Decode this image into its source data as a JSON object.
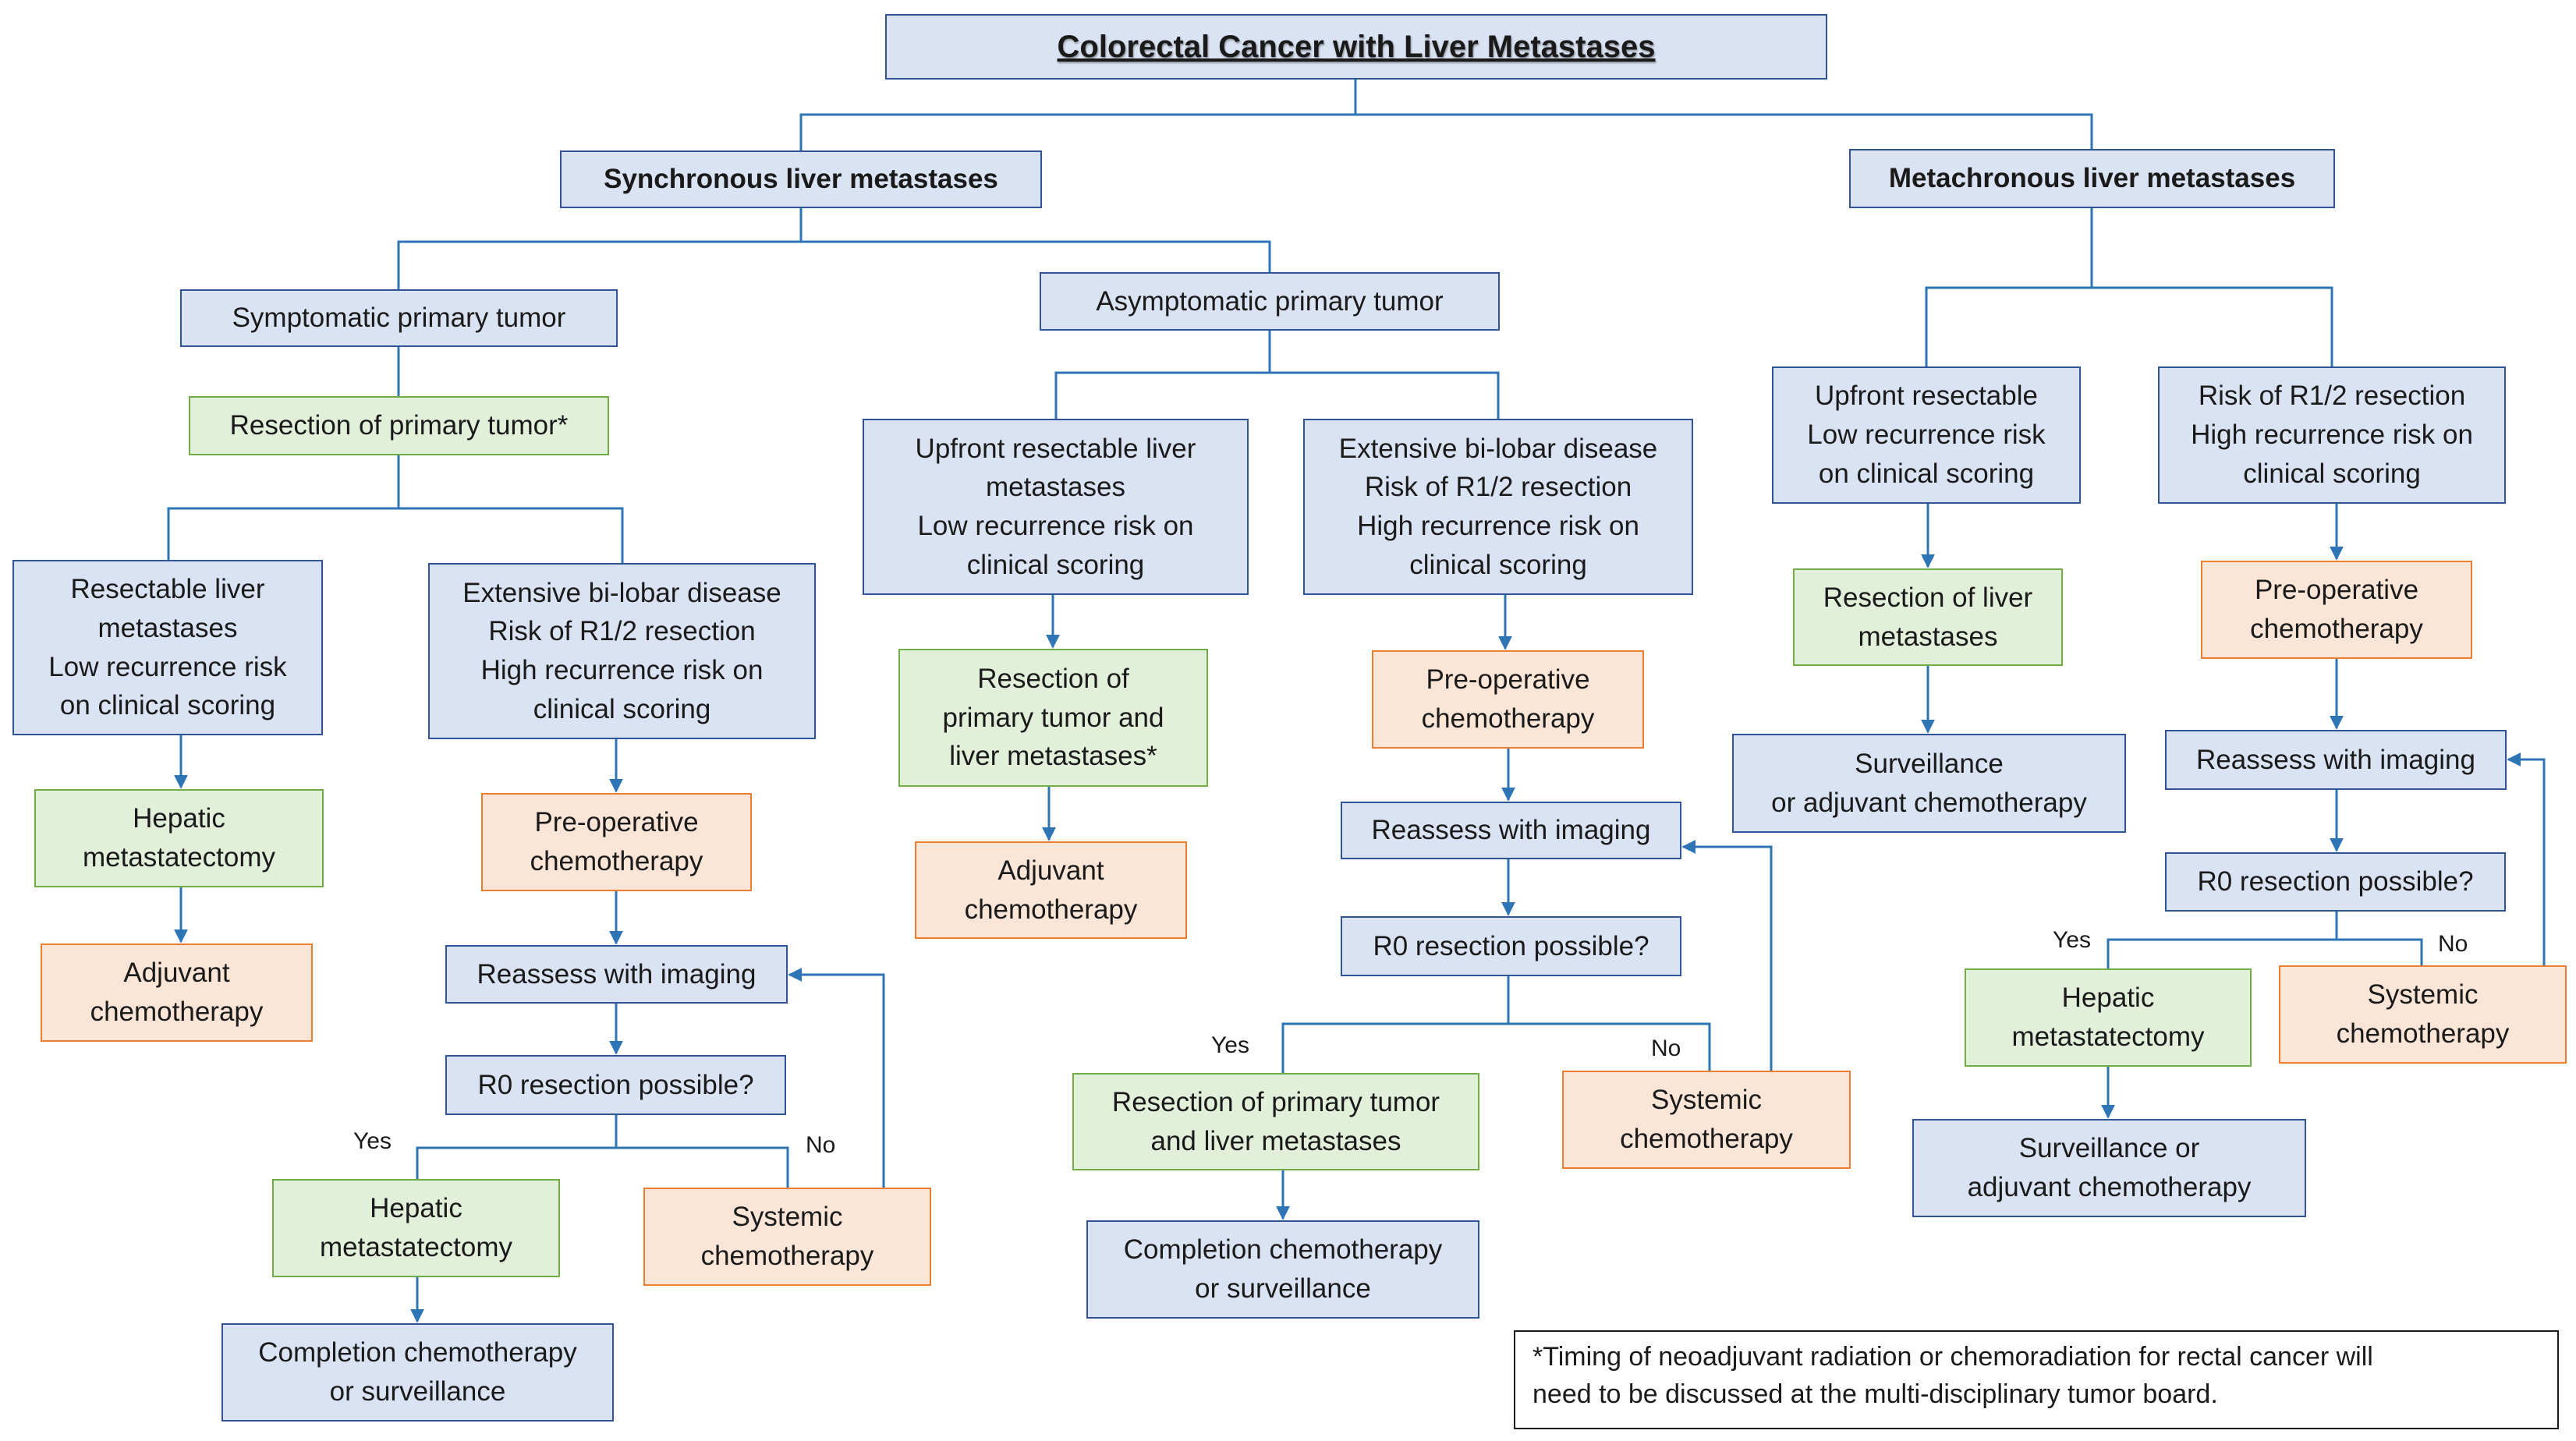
{
  "colors": {
    "line": "#2e75b6",
    "blue_fill": "#dae3f3",
    "green_fill": "#e2f0d9",
    "orange_fill": "#fbe5d6"
  },
  "title": "Colorectal Cancer with Liver Metastases",
  "sync": {
    "label": "Synchronous liver metastases",
    "symptomatic": {
      "label": "Symptomatic primary tumor",
      "resection": "Resection of primary tumor*",
      "resectable": {
        "label": "Resectable liver\nmetastases\nLow recurrence risk\non clinical scoring",
        "hepatic": "Hepatic\nmetastatectomy",
        "adjuvant": "Adjuvant\nchemotherapy"
      },
      "extensive": {
        "label": "Extensive bi-lobar disease\nRisk of R1/2 resection\nHigh recurrence risk on\nclinical scoring",
        "preop": "Pre-operative\nchemotherapy",
        "reassess": "Reassess with imaging",
        "r0": "R0 resection possible?",
        "yes": "Yes",
        "no": "No",
        "hepatic": "Hepatic\nmetastatectomy",
        "systemic": "Systemic\nchemotherapy",
        "completion": "Completion chemotherapy\nor surveillance"
      }
    },
    "asymptomatic": {
      "label": "Asymptomatic primary tumor",
      "upfront": {
        "label": "Upfront resectable liver\nmetastases\nLow recurrence risk on\nclinical scoring",
        "resection": "Resection of\nprimary tumor and\nliver metastases*",
        "adjuvant": "Adjuvant\nchemotherapy"
      },
      "extensive": {
        "label": "Extensive bi-lobar disease\nRisk of R1/2 resection\nHigh recurrence risk on\nclinical scoring",
        "preop": "Pre-operative\nchemotherapy",
        "reassess": "Reassess with imaging",
        "r0": "R0 resection possible?",
        "yes": "Yes",
        "no": "No",
        "resection": "Resection of primary tumor\nand liver metastases",
        "systemic": "Systemic\nchemotherapy",
        "completion": "Completion chemotherapy\nor surveillance"
      }
    }
  },
  "meta": {
    "label": "Metachronous liver metastases",
    "upfront": {
      "label": "Upfront resectable\nLow recurrence risk\non clinical scoring",
      "resection": "Resection of liver\nmetastases",
      "surveillance": "Surveillance\nor adjuvant chemotherapy"
    },
    "risk": {
      "label": "Risk of R1/2 resection\nHigh recurrence risk on\nclinical scoring",
      "preop": "Pre-operative\nchemotherapy",
      "reassess": "Reassess with imaging",
      "r0": "R0 resection possible?",
      "yes": "Yes",
      "no": "No",
      "hepatic": "Hepatic\nmetastatectomy",
      "systemic": "Systemic\nchemotherapy",
      "surveillance": "Surveillance or\nadjuvant chemotherapy"
    }
  },
  "footnote": "*Timing of neoadjuvant radiation or chemoradiation for rectal cancer will\nneed to be discussed at the multi-disciplinary tumor board."
}
